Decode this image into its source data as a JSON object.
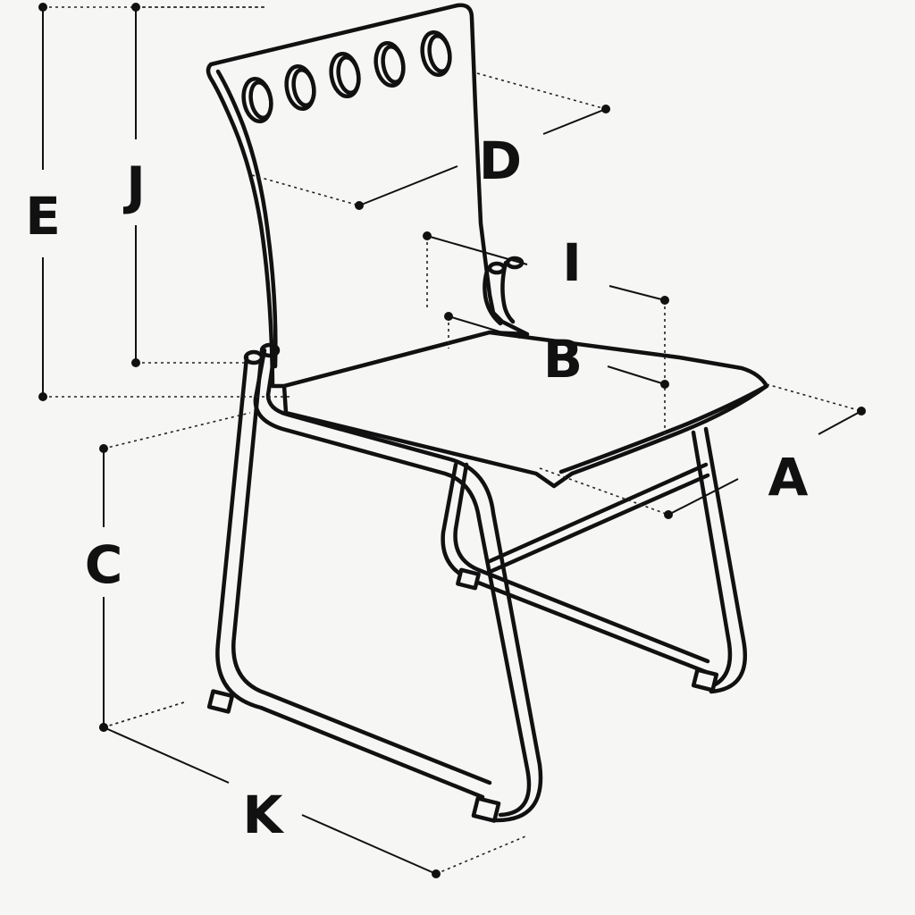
{
  "diagram": {
    "background_color": "#f6f6f5",
    "line_color": "#111111",
    "dimension_labels": {
      "A": "A",
      "B": "B",
      "C": "C",
      "D": "D",
      "E": "E",
      "I": "I",
      "J": "J",
      "K": "K"
    }
  }
}
